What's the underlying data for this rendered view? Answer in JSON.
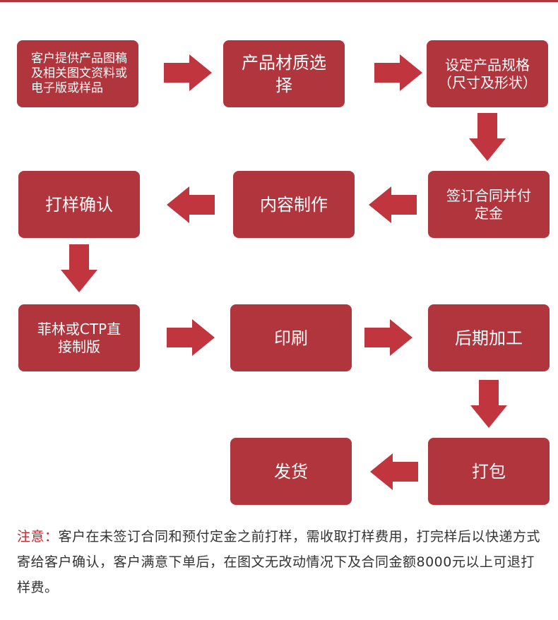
{
  "colors": {
    "box_fill": "#b1353d",
    "arrow_fill": "#c1353e",
    "text_on_box": "#ffffff",
    "note_lead": "#c4262e",
    "note_text": "#333333"
  },
  "steps": {
    "customer_materials": "客户提供产品图稿及相关图文资料或电子版或样品",
    "material_choice": "产品材质选择",
    "spec_setting": "设定产品规格（尺寸及形状）",
    "contract": "签订合同并付定金",
    "content_production": "内容制作",
    "sample_confirm": "打样确认",
    "film_ctp": "菲林或CTP直接制版",
    "printing": "印刷",
    "post_processing": "后期加工",
    "packing": "打包",
    "shipping": "发货"
  },
  "note": {
    "lead": "注意：",
    "text": "客户在未签订合同和预付定金之前打样，需收取打样费用，打完样后以快递方式寄给客户确认，客户满意下单后，在图文无改动情况下及合同金额8000元以上可退打样费。"
  }
}
